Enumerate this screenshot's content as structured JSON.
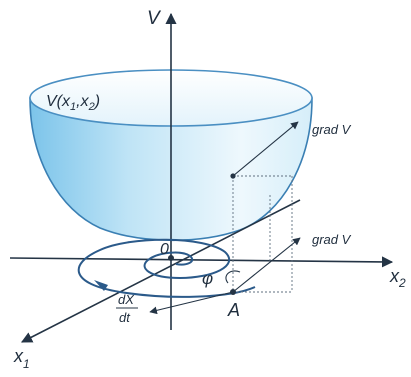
{
  "labels": {
    "v_axis": "V",
    "function_main": "V(x",
    "function_sub1": "1",
    "function_mid": ",x",
    "function_sub2": "2",
    "function_close": ")",
    "grad_upper": "grad V",
    "grad_lower": "grad V",
    "origin": "0",
    "x1_main": "x",
    "x1_sub": "1",
    "x2_main": "x",
    "x2_sub": "2",
    "phi": "φ",
    "point_a": "A",
    "dx_num": "dX",
    "dx_den": "dt"
  },
  "colors": {
    "bowl_fill_light": "#eef8fd",
    "bowl_fill_mid": "#bfe4f6",
    "bowl_fill_dark": "#7cc4ea",
    "bowl_stroke": "#3a7fb3",
    "rim_stroke": "#4a8fc2",
    "spiral": "#2b5a8a",
    "axis": "#243445"
  }
}
